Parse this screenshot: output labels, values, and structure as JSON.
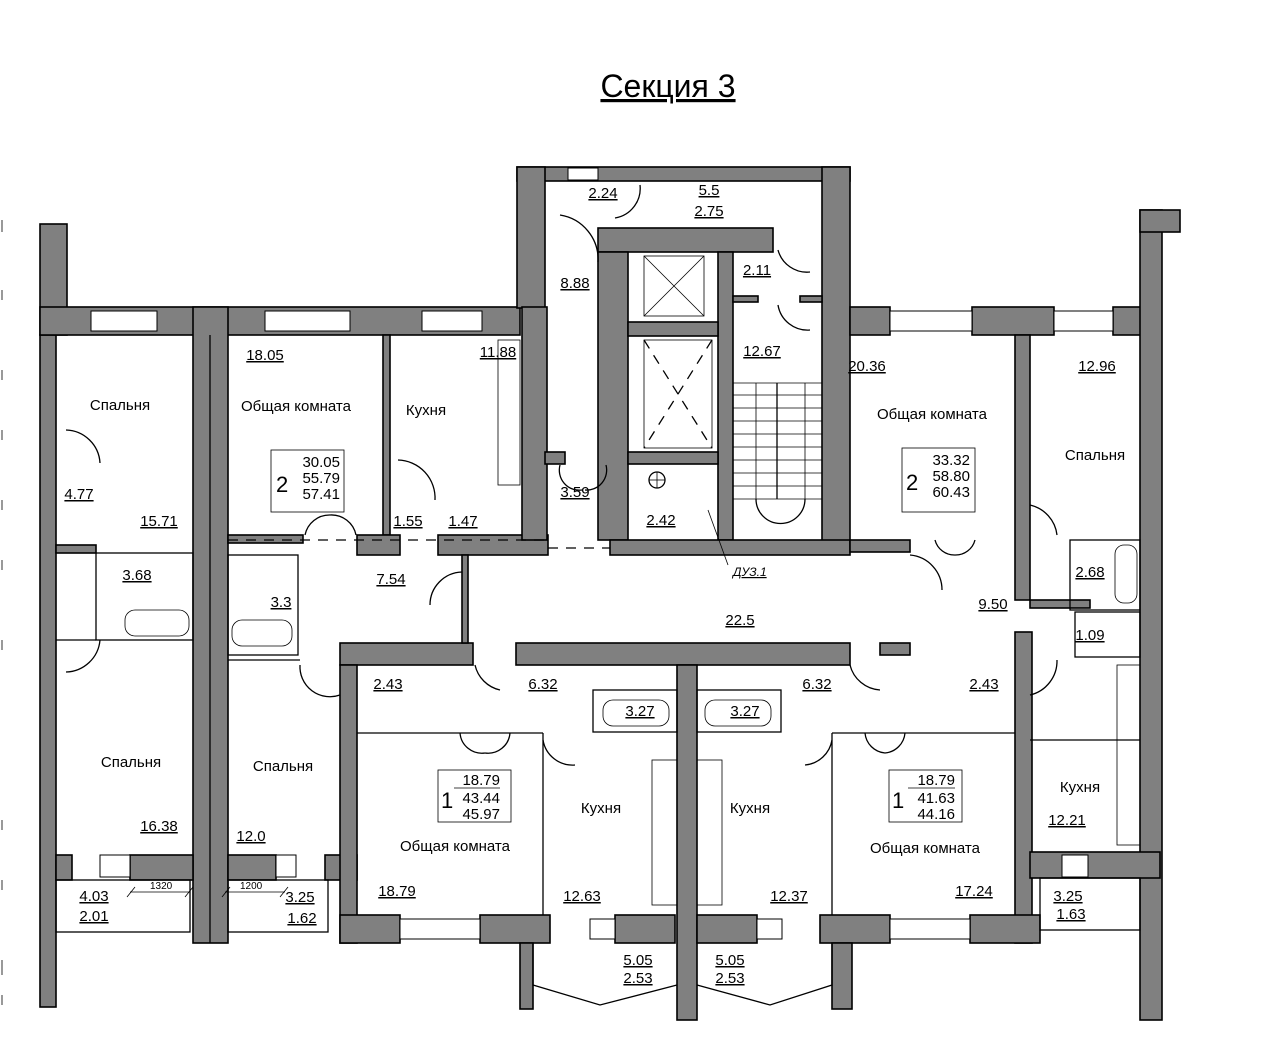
{
  "title": "Секция 3",
  "room_names": {
    "bedroom": "Спальня",
    "living_room": "Общая комната",
    "kitchen": "Кухня"
  },
  "areas": [
    "2.24",
    "5.5",
    "2.75",
    "8.88",
    "2.11",
    "12.67",
    "18.05",
    "11.88",
    "20.36",
    "12.96",
    "4.77",
    "15.71",
    "3.59",
    "1.55",
    "1.47",
    "2.42",
    "3.68",
    "3.3",
    "7.54",
    "22.5",
    "9.50",
    "2.68",
    "1.09",
    "2.43",
    "6.32",
    "3.27",
    "3.27",
    "6.32",
    "2.43",
    "16.38",
    "12.0",
    "18.79",
    "12.63",
    "12.37",
    "17.24",
    "12.21",
    "4.03",
    "2.01",
    "3.25",
    "1.62",
    "3.25",
    "1.63",
    "5.05",
    "2.53",
    "5.05",
    "2.53"
  ],
  "apartments": [
    {
      "rooms": "2",
      "living": "30.05",
      "total": "55.79",
      "total_with_balcony": "57.41"
    },
    {
      "rooms": "2",
      "living": "33.32",
      "total": "58.80",
      "total_with_balcony": "60.43"
    },
    {
      "rooms": "1",
      "living": "18.79",
      "total": "43.44",
      "total_with_balcony": "45.97"
    },
    {
      "rooms": "1",
      "living": "18.79",
      "total": "41.63",
      "total_with_balcony": "44.16"
    }
  ],
  "annotations": {
    "smoke_vent": "ДУЗ.1",
    "dim_1": "1320",
    "dim_2": "1200"
  },
  "colors": {
    "wall": "#808080",
    "line": "#000000"
  }
}
